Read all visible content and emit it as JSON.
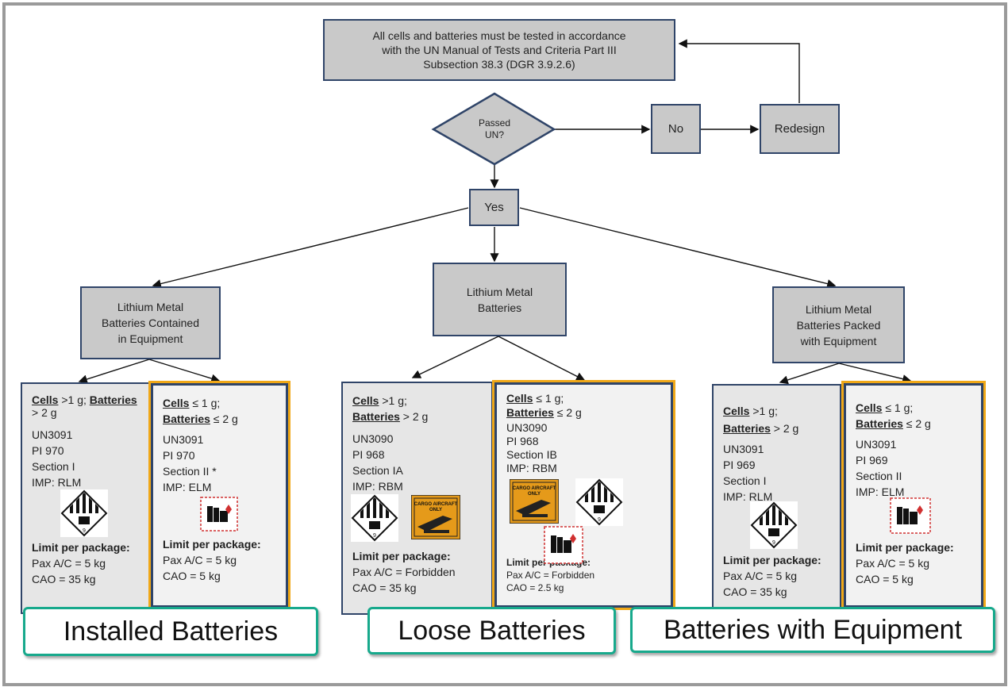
{
  "top_box": {
    "line1": "All cells and batteries must be tested in accordance",
    "line2": "with the UN Manual of Tests and Criteria Part III",
    "line3": "Subsection 38.3 (DGR 3.9.2.6)"
  },
  "decision": {
    "line1": "Passed",
    "line2": "UN?"
  },
  "no_label": "No",
  "redesign_label": "Redesign",
  "yes_label": "Yes",
  "categories": {
    "contained": {
      "line1": "Lithium Metal",
      "line2": "Batteries Contained",
      "line3": "in Equipment"
    },
    "loose": {
      "line1": "Lithium Metal",
      "line2": "Batteries"
    },
    "packed": {
      "line1": "Lithium Metal",
      "line2": "Batteries Packed",
      "line3": "with Equipment"
    }
  },
  "panels": {
    "p1": {
      "cells": "Cells",
      "cells_rest": " >1 g; ",
      "batteries": "Batteries",
      "batteries_rest": "> 2 g",
      "un": "UN3091",
      "pi": "PI 970",
      "section": "Section I",
      "imp": "IMP: RLM",
      "limit": "Limit per package:",
      "pax": "Pax A/C = 5 kg",
      "cao": "CAO = 35 kg"
    },
    "p2": {
      "cells": "Cells",
      "cells_rest": " ≤ 1 g;",
      "batteries": "Batteries",
      "batteries_rest": " ≤ 2 g",
      "un": "UN3091",
      "pi": "PI 970",
      "section": "Section II *",
      "imp": "IMP: ELM",
      "limit": "Limit per package:",
      "pax": "Pax A/C = 5 kg",
      "cao": "CAO = 5 kg"
    },
    "p3": {
      "cells": "Cells",
      "cells_rest": " >1 g;",
      "batteries": "Batteries",
      "batteries_rest": " > 2 g",
      "un": "UN3090",
      "pi": "PI 968",
      "section": "Section IA",
      "imp": "IMP: RBM",
      "limit": "Limit per package:",
      "pax": "Pax A/C = Forbidden",
      "cao": "CAO = 35 kg"
    },
    "p4": {
      "cells": "Cells",
      "cells_rest": " ≤ 1 g;",
      "batteries": "Batteries",
      "batteries_rest": " ≤ 2 g",
      "un": "UN3090",
      "pi": "PI 968",
      "section": "Section IB",
      "imp": "IMP: RBM",
      "limit": "Limit per package:",
      "pax": "Pax A/C = Forbidden",
      "cao": "CAO = 2.5 kg"
    },
    "p5": {
      "cells": "Cells",
      "cells_rest": " >1 g;",
      "batteries": "Batteries",
      "batteries_rest": " > 2 g",
      "un": "UN3091",
      "pi": "PI 969",
      "section": "Section I",
      "imp": "IMP: RLM",
      "limit": "Limit per package:",
      "pax": "Pax A/C = 5 kg",
      "cao": "CAO = 35 kg"
    },
    "p6": {
      "cells": "Cells",
      "cells_rest": " ≤ 1 g;",
      "batteries": "Batteries",
      "batteries_rest": " ≤ 2 g",
      "un": "UN3091",
      "pi": "PI 969",
      "section": "Section II",
      "imp": "IMP: ELM",
      "limit": "Limit per package:",
      "pax": "Pax A/C = 5 kg",
      "cao": "CAO = 5 kg"
    }
  },
  "cargo_label_text": "CARGO AIRCRAFT ONLY",
  "footer": {
    "installed": "Installed Batteries",
    "loose": "Loose Batteries",
    "with_equipment": "Batteries with Equipment"
  },
  "colors": {
    "box_fill": "#c9c9c9",
    "border": "#2f4468",
    "highlight": "#f0a818",
    "footer_border": "#17a98c"
  }
}
